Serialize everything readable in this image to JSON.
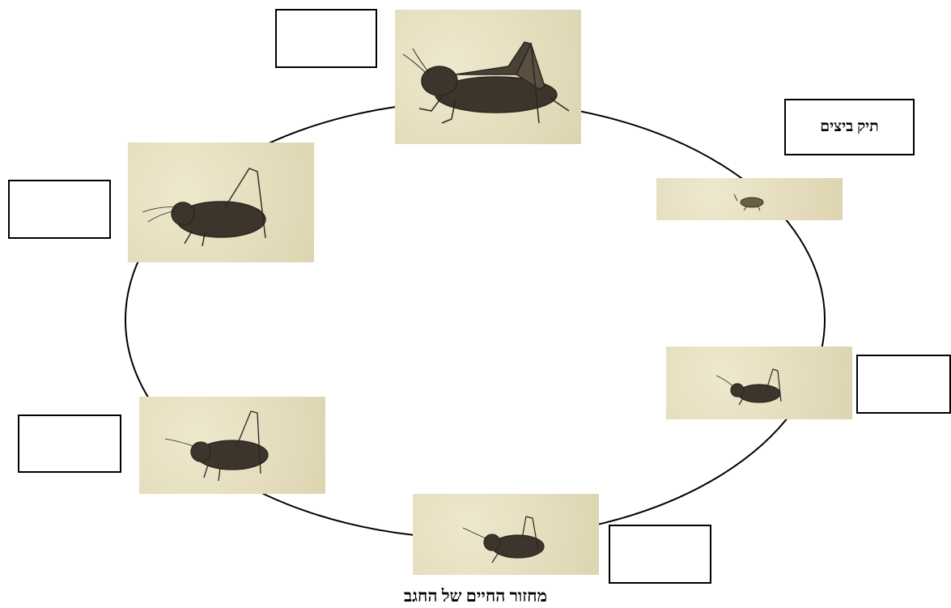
{
  "title": "מחזור החיים של החגב",
  "labels": {
    "egg_pod": "תיק ביצים",
    "adult": "",
    "stage_5": "",
    "stage_4": "",
    "stage_3": "",
    "stage_2": ""
  },
  "stages": [
    {
      "name": "adult-grasshopper",
      "icon": "adult-grasshopper-icon"
    },
    {
      "name": "egg-pod",
      "icon": "egg-pod-icon"
    },
    {
      "name": "nymph-stage-1",
      "icon": "nymph-icon"
    },
    {
      "name": "nymph-stage-2",
      "icon": "nymph-icon"
    },
    {
      "name": "nymph-stage-3",
      "icon": "nymph-icon"
    },
    {
      "name": "nymph-stage-4",
      "icon": "nymph-icon"
    }
  ],
  "colors": {
    "photo_background": "#e7e0c2",
    "ink": "#2a2621"
  }
}
